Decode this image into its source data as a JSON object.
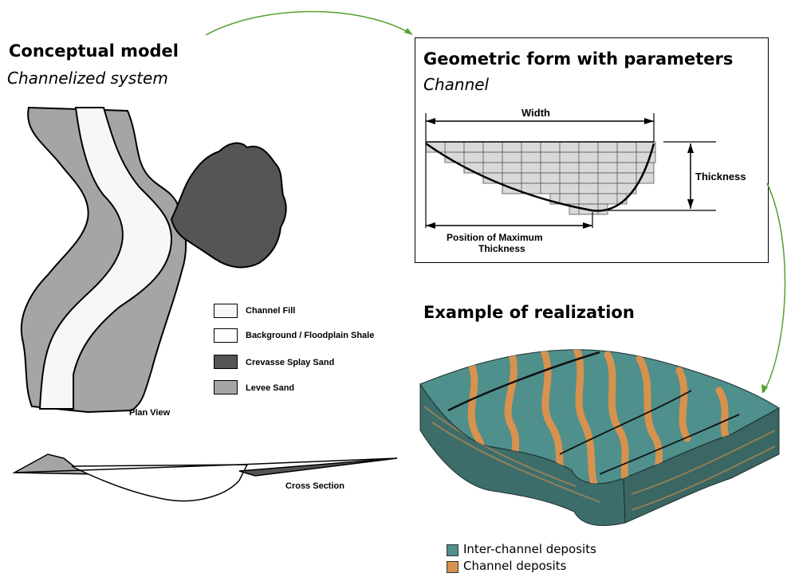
{
  "conceptual": {
    "title": "Conceptual model",
    "subtitle": "Channelized system",
    "legend": [
      {
        "label": "Channel Fill",
        "color": "#f7f7f7"
      },
      {
        "label": "Background / Floodplain Shale",
        "color": "#ffffff"
      },
      {
        "label": "Crevasse Splay Sand",
        "color": "#555555"
      },
      {
        "label": "Levee Sand",
        "color": "#a5a5a5"
      }
    ],
    "plan_view_label": "Plan View",
    "cross_section_label": "Cross Section"
  },
  "geometric": {
    "title": "Geometric form with parameters",
    "subtitle": "Channel",
    "width_label": "Width",
    "thickness_label": "Thickness",
    "position_label_line1": "Position of Maximum",
    "position_label_line2": "Thickness"
  },
  "realization": {
    "title": "Example of realization",
    "legend": [
      {
        "label": "Inter-channel deposits",
        "color": "#4f8f8c"
      },
      {
        "label": "Channel deposits",
        "color": "#d8924e"
      }
    ]
  },
  "colors": {
    "arrow": "#5a9e2f",
    "levee": "#a5a5a5",
    "splay": "#555555",
    "channel_fill": "#f7f7f7",
    "teal": "#4f8f8c",
    "orange": "#d8924e"
  }
}
